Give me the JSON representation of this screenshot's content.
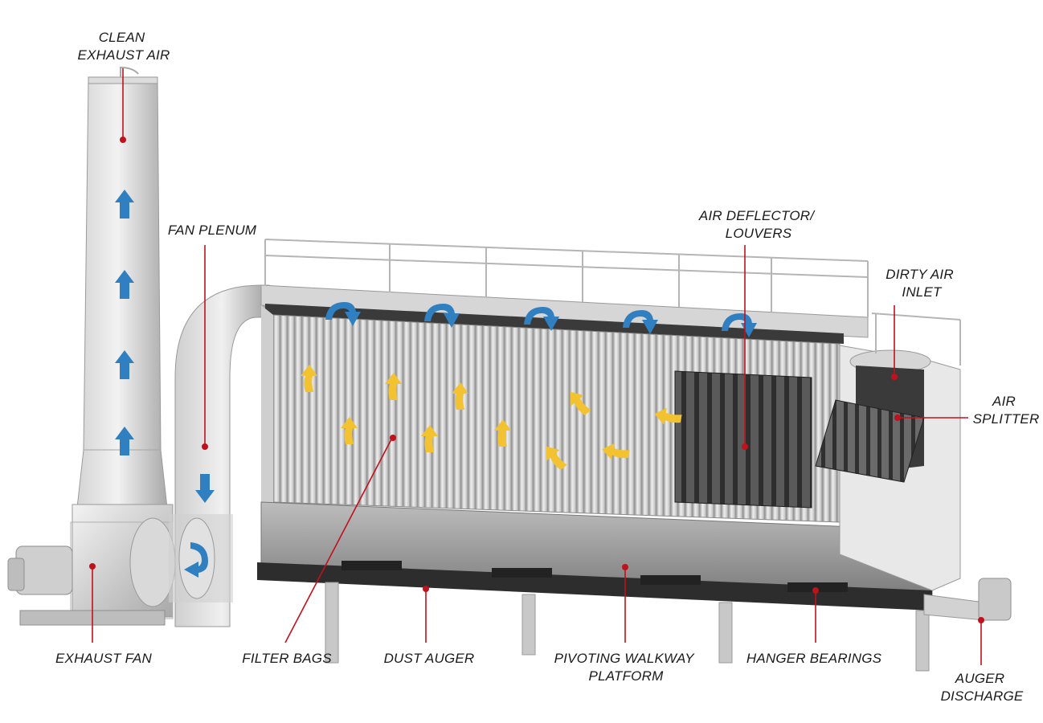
{
  "labels": {
    "clean_exhaust": [
      "CLEAN",
      "EXHAUST AIR"
    ],
    "fan_plenum": [
      "FAN PLENUM"
    ],
    "air_deflector": [
      "AIR DEFLECTOR/",
      "LOUVERS"
    ],
    "dirty_air_inlet": [
      "DIRTY AIR",
      "INLET"
    ],
    "air_splitter": [
      "AIR",
      "SPLITTER"
    ],
    "exhaust_fan": [
      "EXHAUST FAN"
    ],
    "filter_bags": [
      "FILTER BAGS"
    ],
    "dust_auger": [
      "DUST AUGER"
    ],
    "pivoting_walkway": [
      "PIVOTING WALKWAY",
      "PLATFORM"
    ],
    "hanger_bearings": [
      "HANGER BEARINGS"
    ],
    "auger_discharge": [
      "AUGER",
      "DISCHARGE"
    ]
  },
  "colors": {
    "label_text": "#1a1a1a",
    "leader_line": "#c0121c",
    "clean_air_arrow": "#2f7fc1",
    "dirty_air_arrow": "#f2c230",
    "steel_light": "#e4e4e4",
    "steel_mid": "#b8b8b8",
    "steel_dark": "#3a3a3a"
  },
  "icons": {
    "clean_air": "blue-airflow-arrow-icon",
    "dirty_air": "yellow-airflow-arrow-icon"
  }
}
